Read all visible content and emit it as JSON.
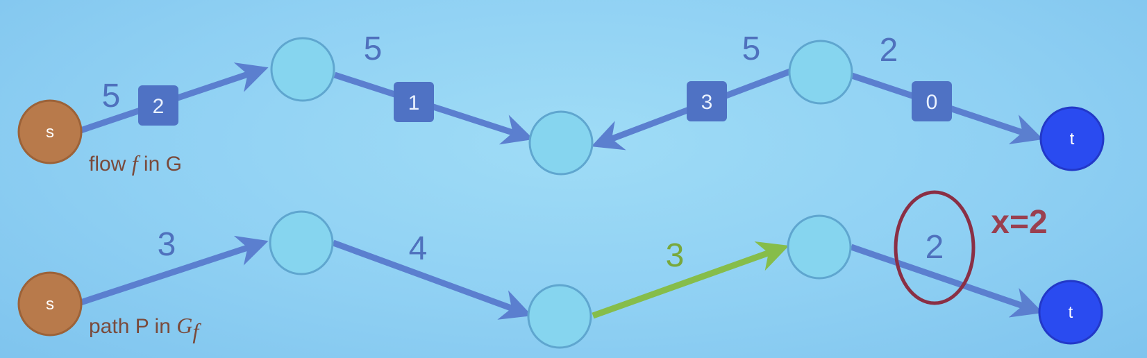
{
  "top": {
    "source_label": "s",
    "sink_label": "t",
    "caption_prefix": "flow ",
    "caption_italic": "f",
    "caption_suffix": " in G",
    "edges": [
      {
        "capacity": "5",
        "flow": "2"
      },
      {
        "capacity": "5",
        "flow": "1"
      },
      {
        "capacity": "5",
        "flow": "3"
      },
      {
        "capacity": "2",
        "flow": "0"
      }
    ]
  },
  "bottom": {
    "source_label": "s",
    "sink_label": "t",
    "caption_prefix": "path P in ",
    "caption_italic": "G",
    "caption_subscript": "f",
    "edges": [
      {
        "residual": "3"
      },
      {
        "residual": "4"
      },
      {
        "residual": "3"
      },
      {
        "residual": "2"
      }
    ],
    "bottleneck": "x=2"
  },
  "colors": {
    "edge": "#5b7fcf",
    "path_edge": "#86bd4a",
    "node": "#86d5ef",
    "node_stroke": "#5fa6cf",
    "source": "#b87a4b",
    "sink": "#2a4bf0",
    "badge": "#4f72c4",
    "highlight": "#8a2f45"
  }
}
